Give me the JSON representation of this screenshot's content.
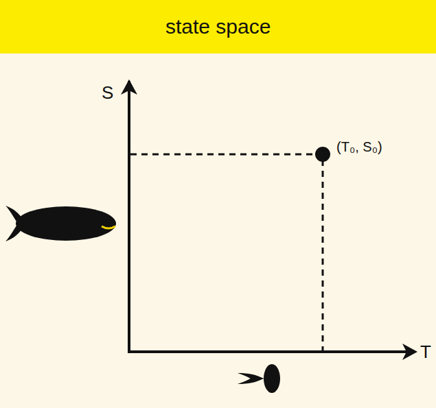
{
  "diagram": {
    "title": "state space",
    "labels": [
      "S",
      "T",
      "(T₀, S₀)"
    ]
  }
}
